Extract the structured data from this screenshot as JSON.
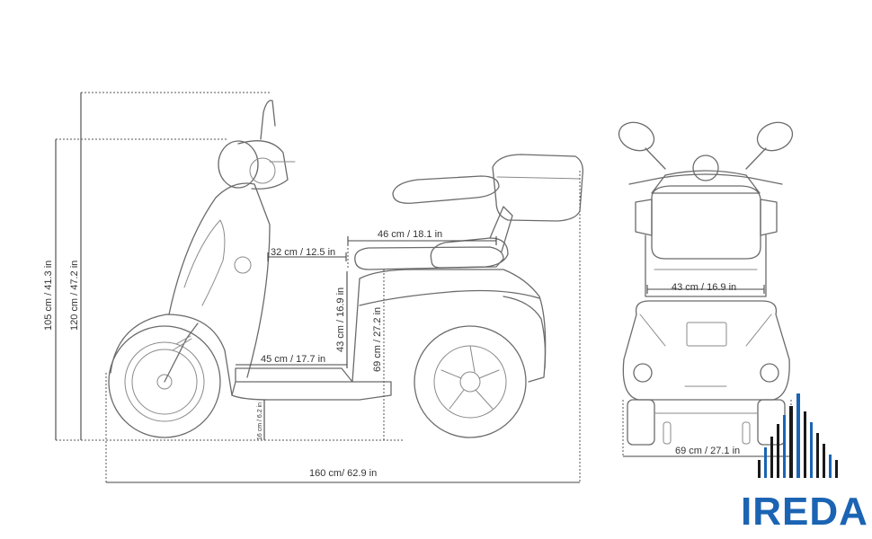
{
  "dimensions": {
    "height_seat_back": "105 cm / 41.3 in",
    "height_mirror": "120 cm / 47.2 in",
    "front_storage_depth": "32 cm / 12.5 in",
    "seat_length": "46 cm / 18.1 in",
    "seat_height": "43 cm / 16.9 in",
    "rear_body_height": "69 cm / 27.2 in",
    "footboard_length": "45 cm / 17.7 in",
    "ground_clearance": "16 cm / 6.2 in",
    "total_length": "160 cm/ 62.9 in",
    "seat_width": "43 cm / 16.9 in",
    "total_width": "69 cm / 27.1 in"
  },
  "logo": {
    "name": "IREDA",
    "colors": {
      "blue": "#1b64b3",
      "dark": "#1a1a1a"
    }
  },
  "icons": [
    "scooter-side-view-drawing",
    "scooter-rear-view-drawing",
    "ireda-bars-logo-icon"
  ]
}
